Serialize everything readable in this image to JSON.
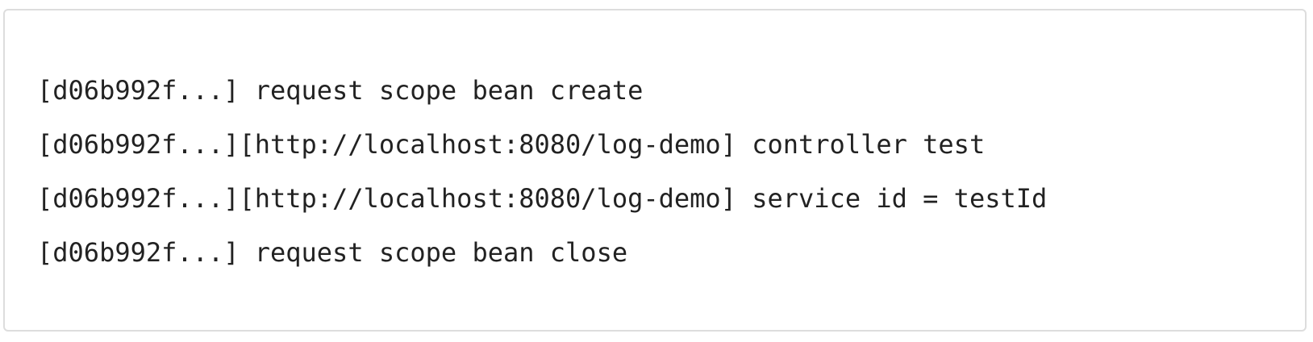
{
  "code_block": {
    "lines": [
      "[d06b992f...] request scope bean create",
      "[d06b992f...][http://localhost:8080/log-demo] controller test",
      "[d06b992f...][http://localhost:8080/log-demo] service id = testId",
      "[d06b992f...] request scope bean close"
    ]
  },
  "colors": {
    "text": "#222222",
    "border": "#dddddd",
    "background": "#ffffff"
  }
}
